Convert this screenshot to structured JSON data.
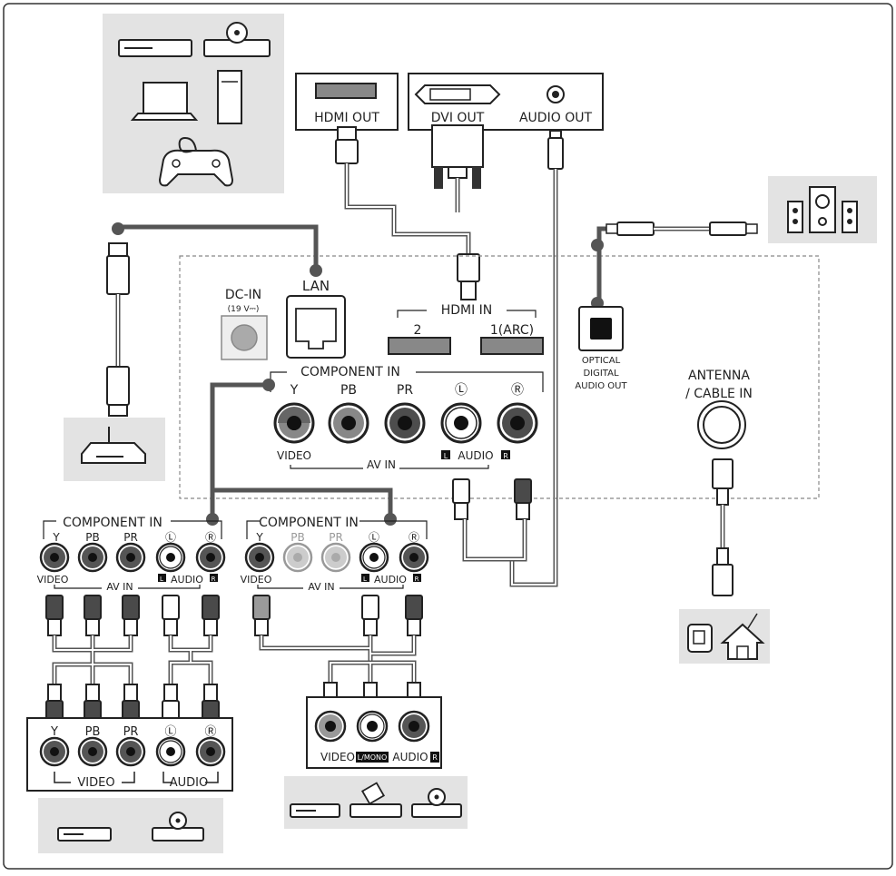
{
  "source_panel": {
    "hdmi_out": "HDMI OUT",
    "dvi_out": "DVI OUT",
    "audio_out": "AUDIO OUT"
  },
  "tv_panel": {
    "lan": "LAN",
    "dc_in": "DC-IN",
    "dc_in_rating": "(19 V⎓)",
    "hdmi_in": "HDMI IN",
    "hdmi_port_2": "2",
    "hdmi_port_1": "1(ARC)",
    "component_in": "COMPONENT IN",
    "component_labels": {
      "y": "Y",
      "pb": "PB",
      "pr": "PR",
      "l": "Ⓛ",
      "r": "Ⓡ"
    },
    "video": "VIDEO",
    "av_in": "AV IN",
    "mono": "L",
    "audio": "AUDIO",
    "audio_r": "R",
    "optical_line1": "OPTICAL",
    "optical_line2": "DIGITAL",
    "optical_line3": "AUDIO OUT",
    "antenna_line1": "ANTENNA",
    "antenna_line2": "/ CABLE IN"
  },
  "adapter_left": {
    "component_in": "COMPONENT IN",
    "y": "Y",
    "pb": "PB",
    "pr": "PR",
    "l": "Ⓛ",
    "r": "Ⓡ",
    "video": "VIDEO",
    "av_in": "AV IN",
    "mono": "L",
    "audio": "AUDIO",
    "audio_r": "R"
  },
  "adapter_right": {
    "component_in": "COMPONENT IN",
    "y": "Y",
    "pb": "PB",
    "pr": "PR",
    "l": "Ⓛ",
    "r": "Ⓡ",
    "video": "VIDEO",
    "av_in": "AV IN",
    "mono": "L",
    "audio": "AUDIO",
    "audio_r": "R"
  },
  "device_component": {
    "y": "Y",
    "pb": "PB",
    "pr": "PR",
    "l": "Ⓛ",
    "r": "Ⓡ",
    "video": "VIDEO",
    "audio": "AUDIO"
  },
  "device_composite": {
    "video": "VIDEO",
    "mono": "L/MONO",
    "audio": "AUDIO",
    "r": "R"
  },
  "icons": [
    "dvd-player-icon",
    "disc-player-icon",
    "laptop-icon",
    "desktop-tower-icon",
    "gamepad-icon",
    "router-icon",
    "speaker-system-icon",
    "antenna-house-icon",
    "vcr-icon",
    "dvd-icon"
  ]
}
